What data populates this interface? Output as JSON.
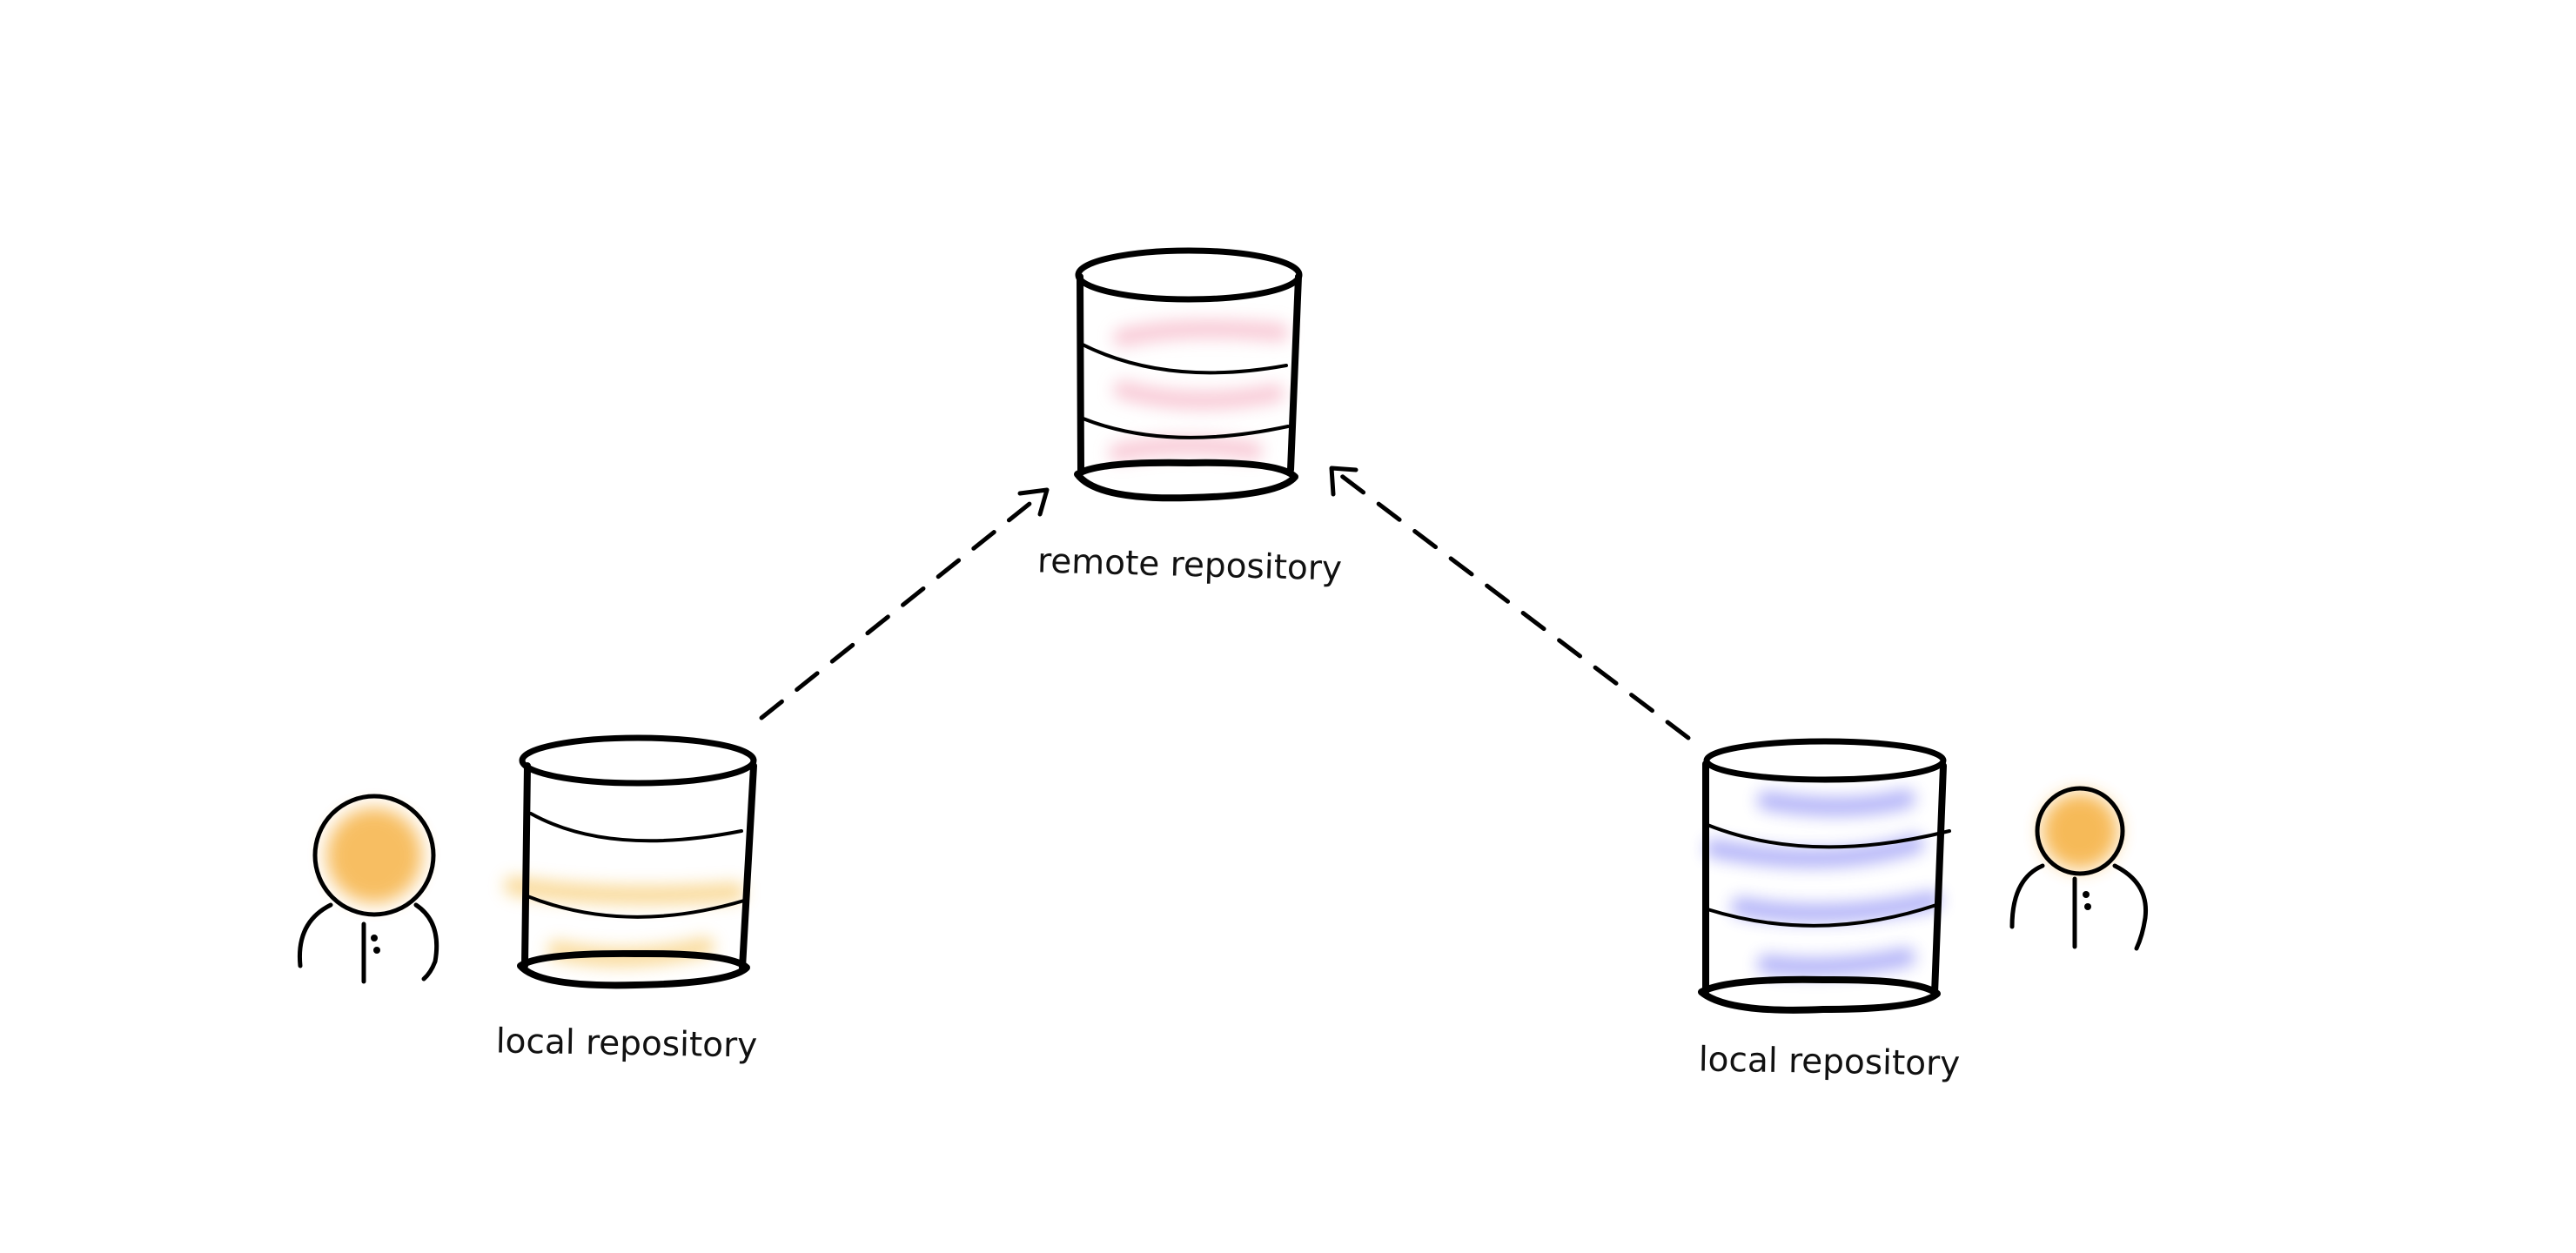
{
  "diagram": {
    "nodes": [
      {
        "id": "remote",
        "label": "remote repository",
        "kind": "database",
        "highlight": "#f4a3b8"
      },
      {
        "id": "local-left",
        "label": "local repository",
        "kind": "database",
        "highlight": "#f6c35a"
      },
      {
        "id": "local-right",
        "label": "local repository",
        "kind": "database",
        "highlight": "#5a5cf0"
      }
    ],
    "people": [
      {
        "id": "user-left",
        "icon": "person-icon",
        "color": "#f6b347"
      },
      {
        "id": "user-right",
        "icon": "person-icon",
        "color": "#f6b347"
      }
    ],
    "edges": [
      {
        "from": "local-left",
        "to": "remote",
        "style": "dashed"
      },
      {
        "from": "local-right",
        "to": "remote",
        "style": "dashed"
      }
    ]
  }
}
